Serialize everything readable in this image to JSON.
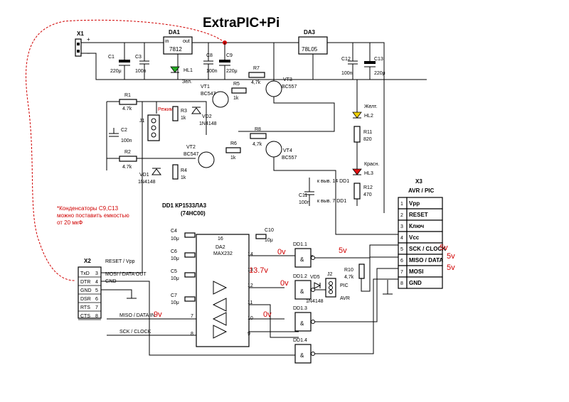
{
  "title": "ExtraPIC+Pi",
  "components": {
    "x1": "X1",
    "da1": "DA1",
    "da1_part": "7812",
    "da1_in": "in",
    "da1_out": "out",
    "da3": "DA3",
    "da3_part": "78L05",
    "c1": "C1",
    "c1_val": "220μ",
    "c3": "C3",
    "c3_val": "100n",
    "c8": "C8",
    "c8_val": "100n",
    "c9": "C9",
    "c9_val": "220μ",
    "c12": "C12",
    "c12_val": "100n",
    "c13": "C13",
    "c13_val": "220μ",
    "hl1": "HL1",
    "hl1_color": "Зел.",
    "hl2": "HL2",
    "hl2_color": "Желт.",
    "hl3": "HL3",
    "hl3_color": "Красн.",
    "r1": "R1",
    "r1_val": "4.7k",
    "r2": "R2",
    "r2_val": "4.7k",
    "r3": "R3",
    "r3_val": "1k",
    "r4": "R4",
    "r4_val": "1k",
    "r5": "R5",
    "r5_val": "1k",
    "r6": "R6",
    "r6_val": "1k",
    "r7": "R7",
    "r7_val": "4,7k",
    "r8": "R8",
    "r8_val": "4,7k",
    "r10": "R10",
    "r10_val": "4,7k",
    "r11": "R11",
    "r11_val": "820",
    "r12": "R12",
    "r12_val": "470",
    "vt1": "VT1",
    "vt1_part": "BC547",
    "vt2": "VT2",
    "vt2_part": "BC547",
    "vt3": "VT3",
    "vt3_part": "BC557",
    "vt4": "VT4",
    "vt4_part": "BC557",
    "vd1": "VD1",
    "vd1_part": "1N4148",
    "vd2": "VD2",
    "vd2_part": "1N4148",
    "vd5": "VD5",
    "vd5_part": "1N4148",
    "j1": "J1",
    "j1_mode": "Режим",
    "j2": "J2",
    "c2": "C2",
    "c2_val": "100n",
    "c11": "C11",
    "c11_val": "100n",
    "c11_note1": "к выв. 14 DD1",
    "c11_note2": "к выв. 7 DD1",
    "dd1_name": "DD1 КР1533ЛА3",
    "dd1_alt": "(74HC00)",
    "c4": "C4",
    "c4_val": "10μ",
    "c5": "C5",
    "c5_val": "10μ",
    "c6": "C6",
    "c6_val": "10μ",
    "c7": "C7",
    "c7_val": "10μ",
    "c10": "C10",
    "c10_val": "10μ",
    "da2": "DA2",
    "da2_part": "MAX232",
    "dd11": "DD1.1",
    "dd12": "DD1.2",
    "dd13": "DD1.3",
    "dd14": "DD1.4",
    "pic": "PIC",
    "avr": "AVR"
  },
  "note": [
    "*Конденсаторы C9,C13",
    "можно поставить емкостью",
    "от 20 мкФ"
  ],
  "x2": {
    "name": "X2",
    "pins": [
      {
        "n": "3",
        "label": "TxD"
      },
      {
        "n": "4",
        "label": "DTR"
      },
      {
        "n": "5",
        "label": "GND"
      },
      {
        "n": "6",
        "label": "DSR"
      },
      {
        "n": "7",
        "label": "RTS"
      },
      {
        "n": "8",
        "label": "CTS"
      }
    ],
    "signals": [
      "RESET / Vpp",
      "MOSI / DATA OUT",
      "GND",
      "MISO / DATA IN",
      "SCK / CLOCK"
    ]
  },
  "x3": {
    "name": "X3",
    "subtitle": "AVR / PIC",
    "pins": [
      {
        "n": "1",
        "label": "Vpp"
      },
      {
        "n": "2",
        "label": "RESET"
      },
      {
        "n": "3",
        "label": "Ключ"
      },
      {
        "n": "4",
        "label": "Vcc"
      },
      {
        "n": "5",
        "label": "SCK / CLOCK"
      },
      {
        "n": "6",
        "label": "MISO / DATA"
      },
      {
        "n": "7",
        "label": "MOSI"
      },
      {
        "n": "8",
        "label": "GND"
      }
    ]
  },
  "annotations": {
    "v0_a": "0v",
    "v5_a": "5v",
    "v0_b": "0v",
    "v0_c": "0v",
    "v9": "9v",
    "v137": "13.7v",
    "v5_b": "5v",
    "v5_c": "5v",
    "v5_d": "5v"
  },
  "colors": {
    "ink": "#000000",
    "annotation": "#d00000",
    "led_green": "#22aa22",
    "led_yellow": "#f0d000",
    "led_red": "#e01010"
  }
}
